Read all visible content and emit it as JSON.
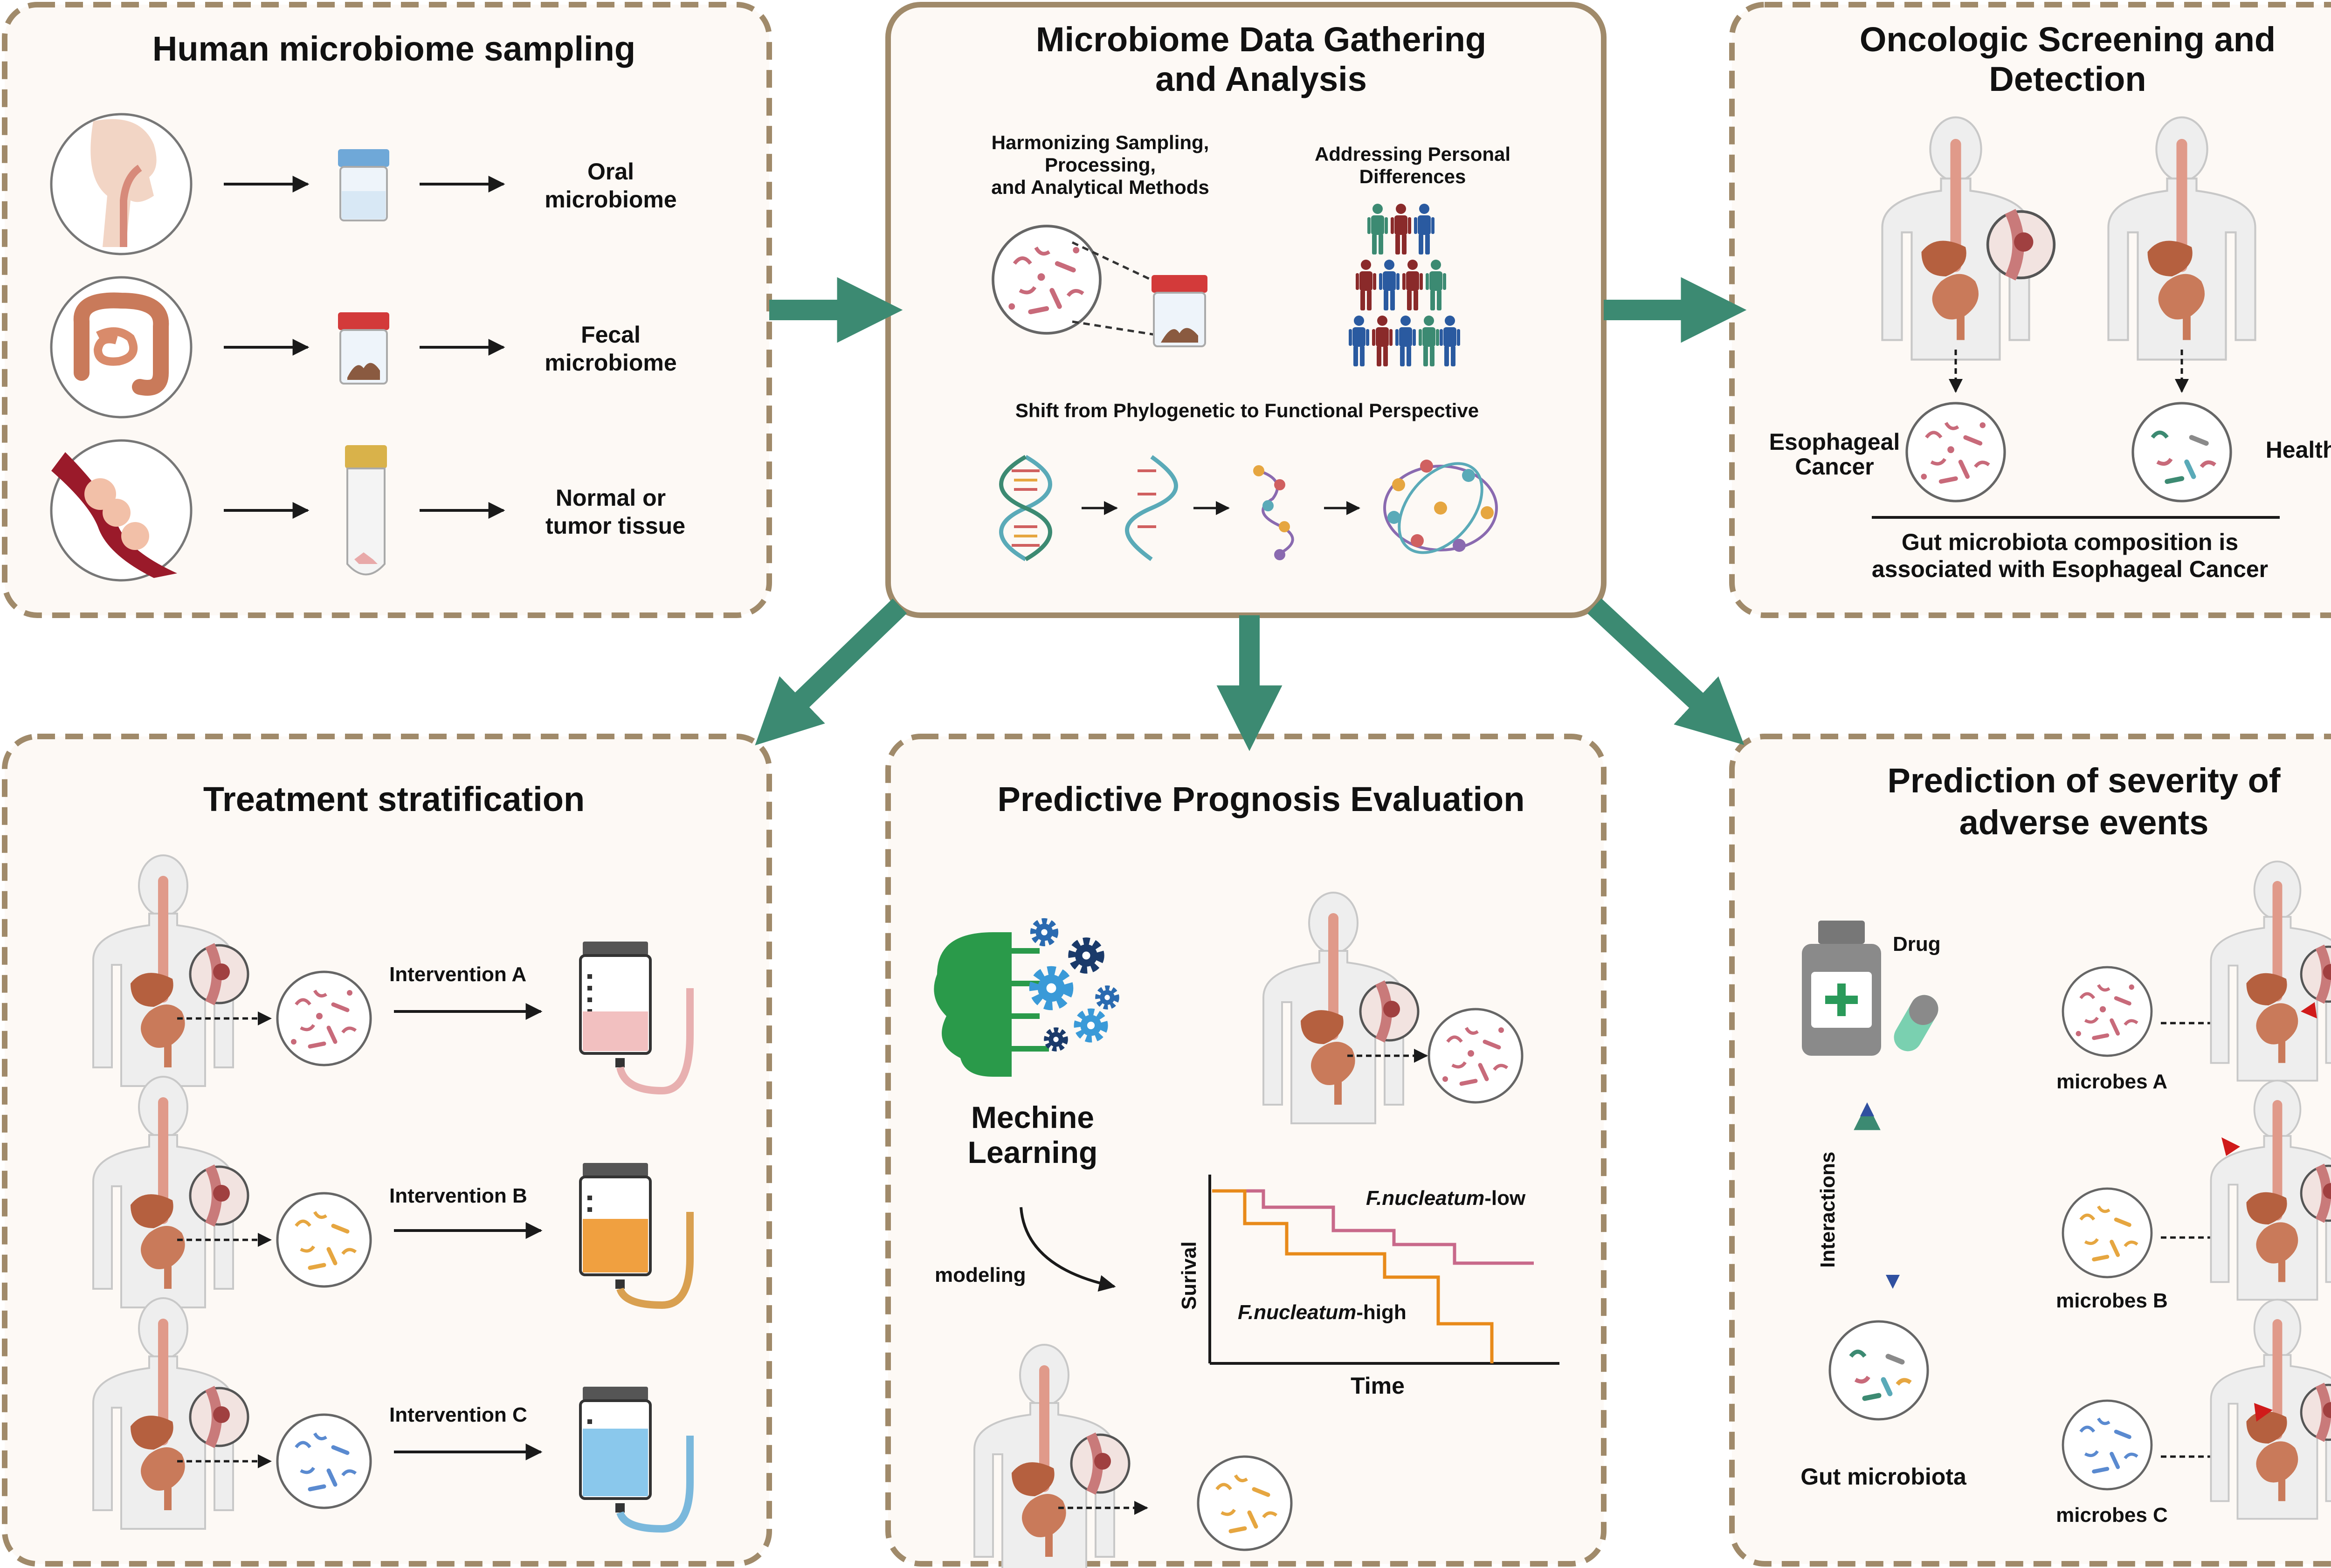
{
  "colors": {
    "panel_border": "#a08a6a",
    "panel_fill": "#fdf9f5",
    "arrow_green": "#3c8a72",
    "organ_brown": "#b5603f",
    "body_gray": "#e4e4e4",
    "esophagus_pink": "#e09a8a",
    "curve_low": "#c8698a",
    "curve_high": "#e88a1a",
    "arrow_up": "#3050a0",
    "arrow_down": "#d03a3a"
  },
  "panels": {
    "sampling": {
      "title": "Human microbiome sampling",
      "rows": [
        {
          "line1": "Oral",
          "line2": "microbiome",
          "icon": "mouth-throat-icon"
        },
        {
          "line1": "Fecal",
          "line2": "microbiome",
          "icon": "intestine-icon"
        },
        {
          "line1": "Normal or",
          "line2": "tumor tissue",
          "icon": "tissue-icon"
        }
      ]
    },
    "gathering": {
      "title_line1": "Microbiome Data Gathering",
      "title_line2": "and  Analysis",
      "harmonizing": [
        "Harmonizing Sampling,",
        "Processing,",
        "and Analytical Methods"
      ],
      "personal": [
        "Addressing Personal",
        "Differences"
      ],
      "shift": "Shift from Phylogenetic to Functional Perspective"
    },
    "screening": {
      "title_line1": "Oncologic Screening and",
      "title_line2": "Detection",
      "cancer_line1": "Esophageal",
      "cancer_line2": "Cancer",
      "healthy": "Healthy",
      "conclusion_line1": "Gut microbiota composition is",
      "conclusion_line2": "associated with Esophageal Cancer"
    },
    "treatment": {
      "title": "Treatment stratification",
      "interventions": [
        "Intervention A",
        "Intervention B",
        "Intervention C"
      ]
    },
    "prognosis": {
      "title": "Predictive Prognosis Evaluation",
      "ml_line1": "Mechine",
      "ml_line2": "Learning",
      "modeling": "modeling",
      "ylabel": "Surival",
      "xlabel": "Time",
      "low_species": "F.nucleatum",
      "low_suffix": "-low",
      "high_species": "F.nucleatum",
      "high_suffix": "-high"
    },
    "adverse": {
      "title_line1": "Prediction of severity of",
      "title_line2": "adverse events",
      "drug": "Drug",
      "interactions": "Interactions",
      "gut": "Gut microbiota",
      "microbes": [
        "microbes A",
        "microbes B",
        "microbes C"
      ]
    }
  }
}
